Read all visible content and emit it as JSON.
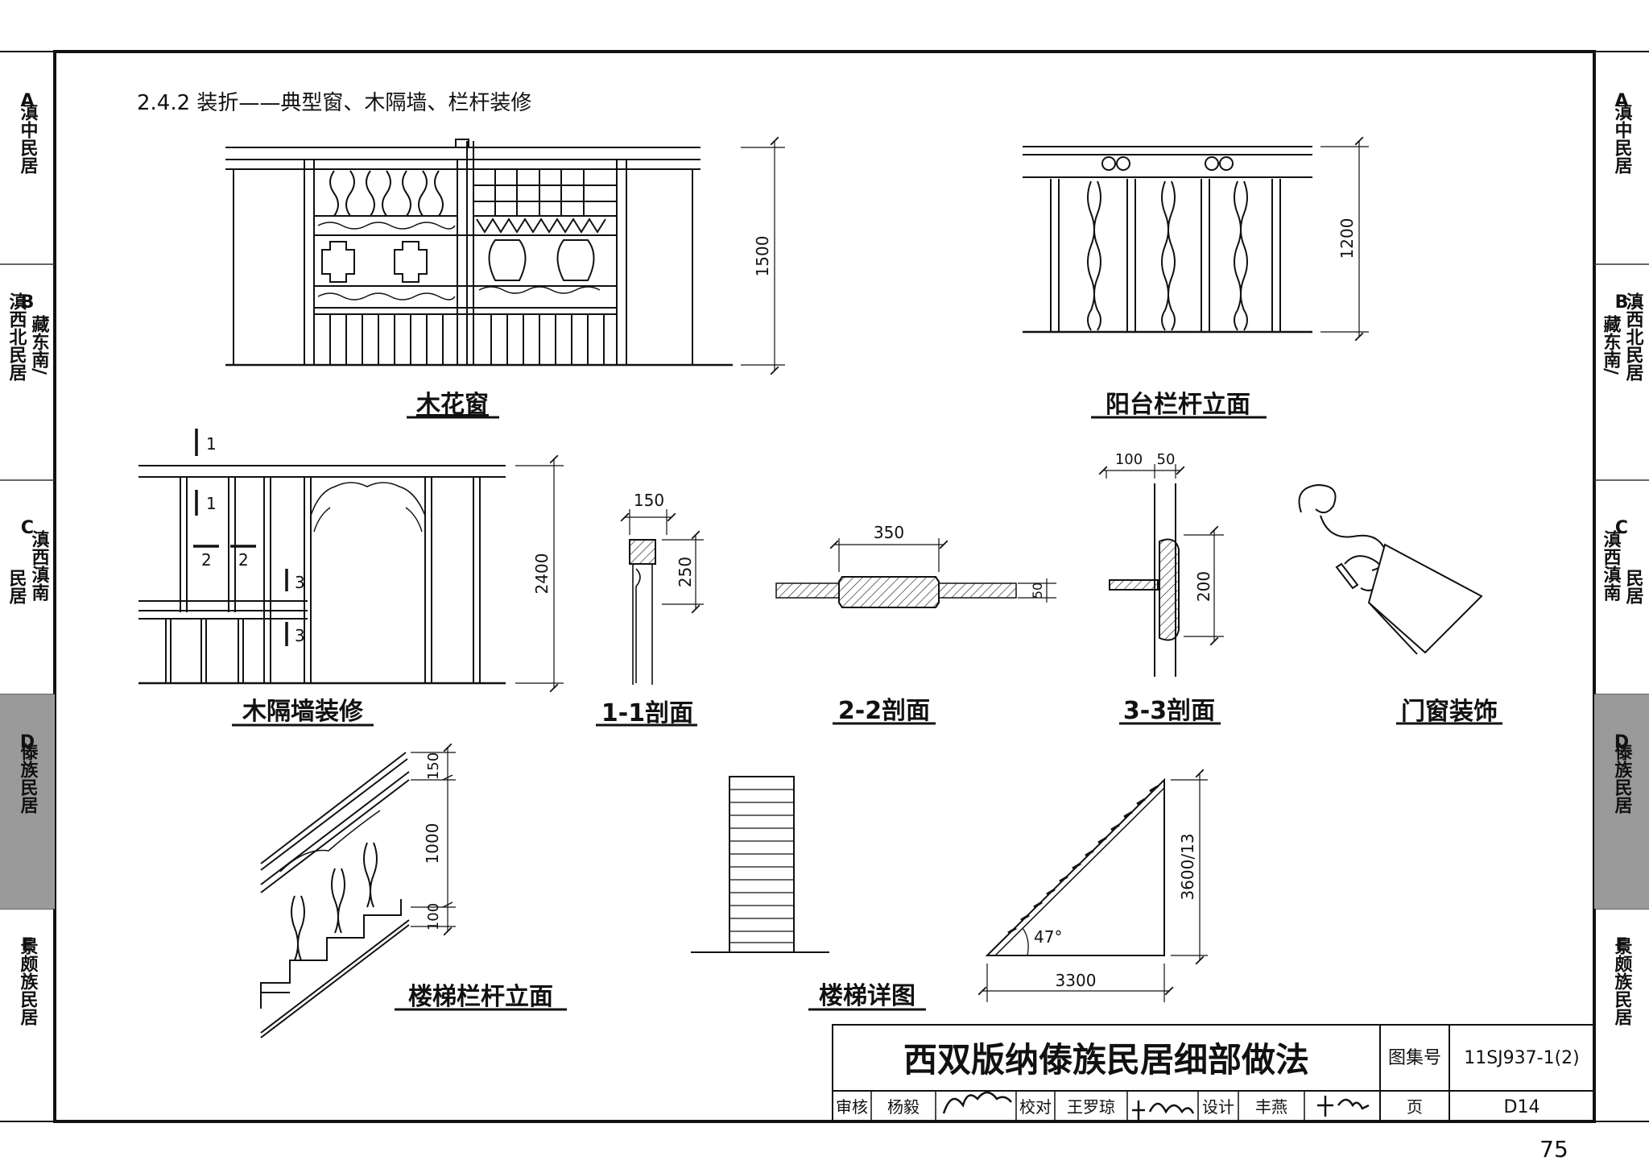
{
  "section_heading": "2.4.2 装折——典型窗、木隔墙、栏杆装修",
  "side_tabs": [
    {
      "letter": "A",
      "lines": [
        "滇中民居"
      ]
    },
    {
      "letter": "B",
      "lines": [
        "滇西北民居",
        "藏东南/"
      ]
    },
    {
      "letter": "C",
      "lines": [
        "滇西滇南",
        "民居"
      ]
    },
    {
      "letter": "D",
      "lines": [
        "傣族民居"
      ],
      "active": true
    },
    {
      "letter": "E",
      "lines": [
        "景颇族民居"
      ]
    }
  ],
  "drawings": {
    "wood_window": {
      "caption": "木花窗",
      "height_dim": "1500"
    },
    "balcony_rail": {
      "caption": "阳台栏杆立面",
      "height_dim": "1200"
    },
    "partition": {
      "caption": "木隔墙装修",
      "height_dim": "2400",
      "marks": [
        "1",
        "1",
        "2",
        "2",
        "3",
        "3"
      ]
    },
    "section_1": {
      "caption": "1-1剖面",
      "dims": [
        "150",
        "250"
      ]
    },
    "section_2": {
      "caption": "2-2剖面",
      "dims": [
        "350",
        "50"
      ]
    },
    "section_3": {
      "caption": "3-3剖面",
      "dims": [
        "100",
        "50",
        "200"
      ]
    },
    "ornament": {
      "caption": "门窗装饰"
    },
    "stair_rail": {
      "caption": "楼梯栏杆立面",
      "dims": [
        "150",
        "1000",
        "100"
      ]
    },
    "stair_detail": {
      "caption": "楼梯详图"
    },
    "stair_section": {
      "dims": [
        "3600/13",
        "3300"
      ],
      "angle": "47°"
    }
  },
  "title_block": {
    "title": "西双版纳傣族民居细部做法",
    "atlas_label": "图集号",
    "atlas_no": "11SJ937-1(2)",
    "review_label": "审核",
    "reviewer": "杨毅",
    "check_label": "校对",
    "checker": "王罗琼",
    "design_label": "设计",
    "designer": "丰燕",
    "page_label": "页",
    "page_no": "D14"
  },
  "page_number": "75",
  "colors": {
    "line": "#1a1a1a",
    "tab_active": "#9a9a9a",
    "tab_border": "#333333"
  }
}
